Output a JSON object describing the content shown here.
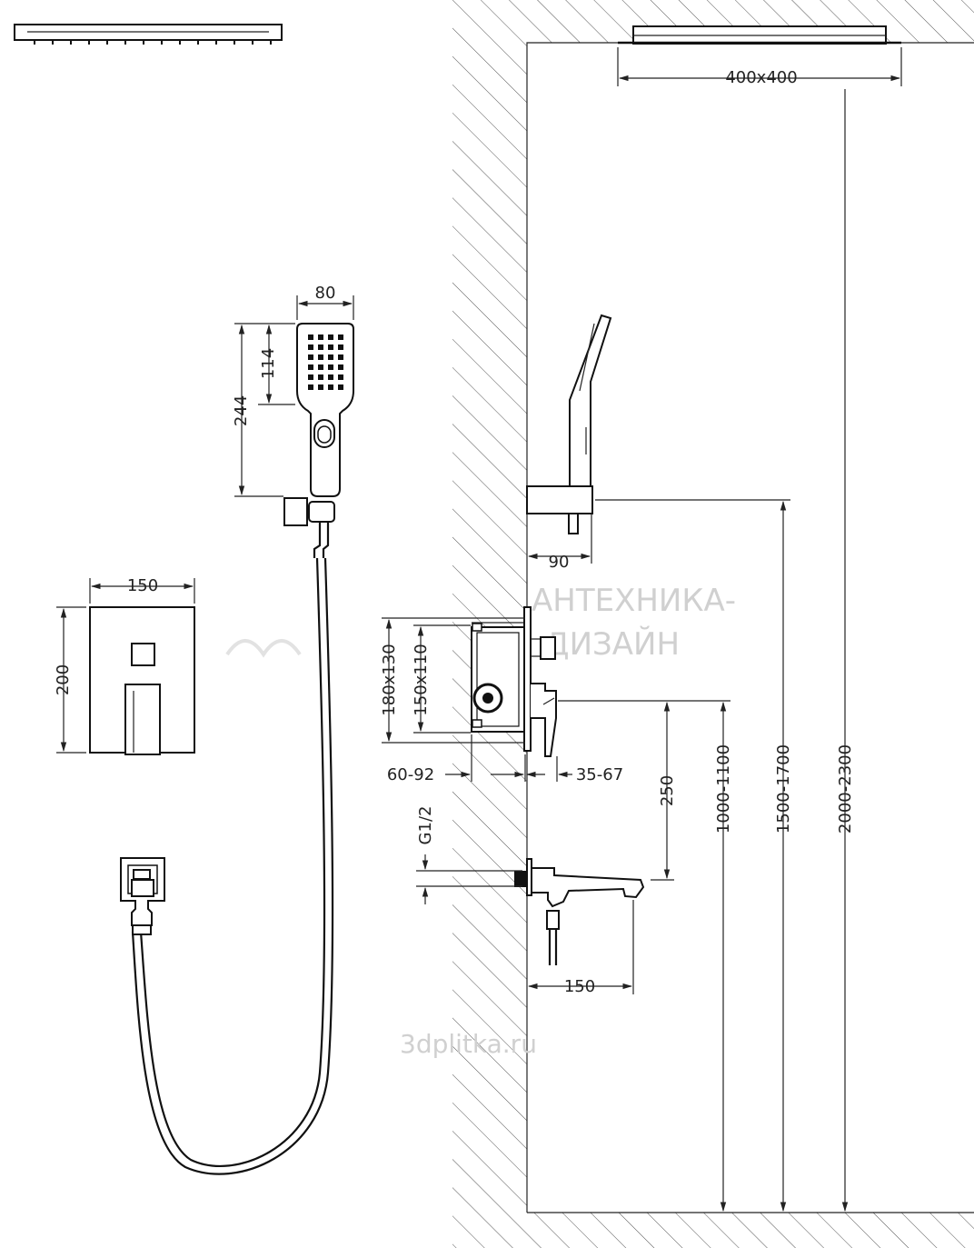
{
  "dimensions": {
    "overhead_size": "400x400",
    "hand_width": "80",
    "hand_head_height": "114",
    "hand_total_height": "244",
    "plate_width": "150",
    "plate_height": "200",
    "holder_offset": "90",
    "box_outer": "180x130",
    "box_inner": "150x110",
    "install_depth": "60-92",
    "cover_projection": "35-67",
    "mixer_to_spout": "250",
    "thread": "G1/2",
    "spout_length": "150",
    "mixer_height": "1000-1100",
    "holder_height": "1500-1700",
    "overhead_height": "2000-2300"
  },
  "watermarks": {
    "brand_line1": "АНТЕХНИКА-",
    "brand_line2": "ДИЗАЙН",
    "site": "3dplitka.ru"
  }
}
